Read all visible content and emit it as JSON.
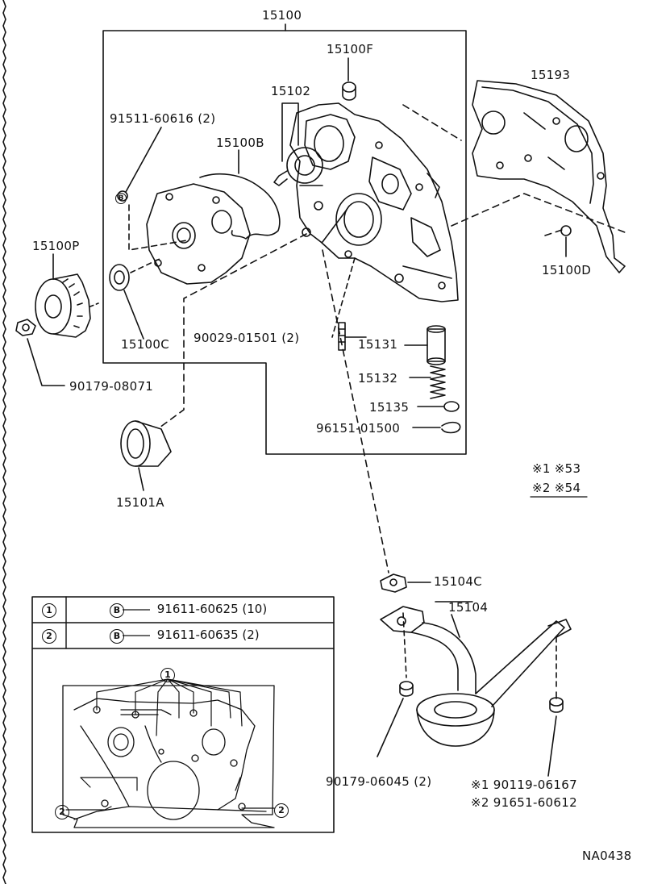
{
  "labels": {
    "p15100": "15100",
    "p15100F": "15100F",
    "p15102": "15102",
    "p15193": "15193",
    "p91511": "91511-60616 (2)",
    "p15100B": "15100B",
    "p15100P": "15100P",
    "p15100D": "15100D",
    "p15100C": "15100C",
    "p90029": "90029-01501 (2)",
    "p15131": "15131",
    "p15132": "15132",
    "p15135": "15135",
    "p96151": "96151-01500",
    "p90179_08071": "90179-08071",
    "p15101A": "15101A",
    "p15104C": "15104C",
    "p15104": "15104",
    "p90179_06045": "90179-06045 (2)",
    "star1_90119": "※1  90119-06167",
    "star2_91651": "※2  91651-60612",
    "footer_code": "NA0438"
  },
  "legend": {
    "line1": "※1  ※53",
    "line2": "※2  ※54"
  },
  "table": {
    "rows": [
      {
        "ref": "1",
        "bolt": "B",
        "part": "91611-60625 (10)"
      },
      {
        "ref": "2",
        "bolt": "B",
        "part": "91611-60635 (2)"
      }
    ]
  },
  "bolt_refs": {
    "one": "1",
    "two": "2"
  }
}
